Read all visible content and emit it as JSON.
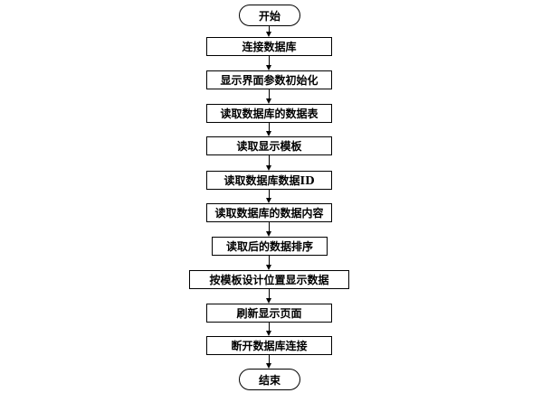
{
  "flowchart": {
    "start": "开始",
    "steps": [
      "连接数据库",
      "显示界面参数初始化",
      "读取数据库的数据表",
      "读取显示模板",
      "读取数据库数据ID",
      "读取数据库的数据内容",
      "读取后的数据排序",
      "按模板设计位置显示数据",
      "刷新显示页面",
      "断开数据库连接"
    ],
    "end": "结束"
  }
}
